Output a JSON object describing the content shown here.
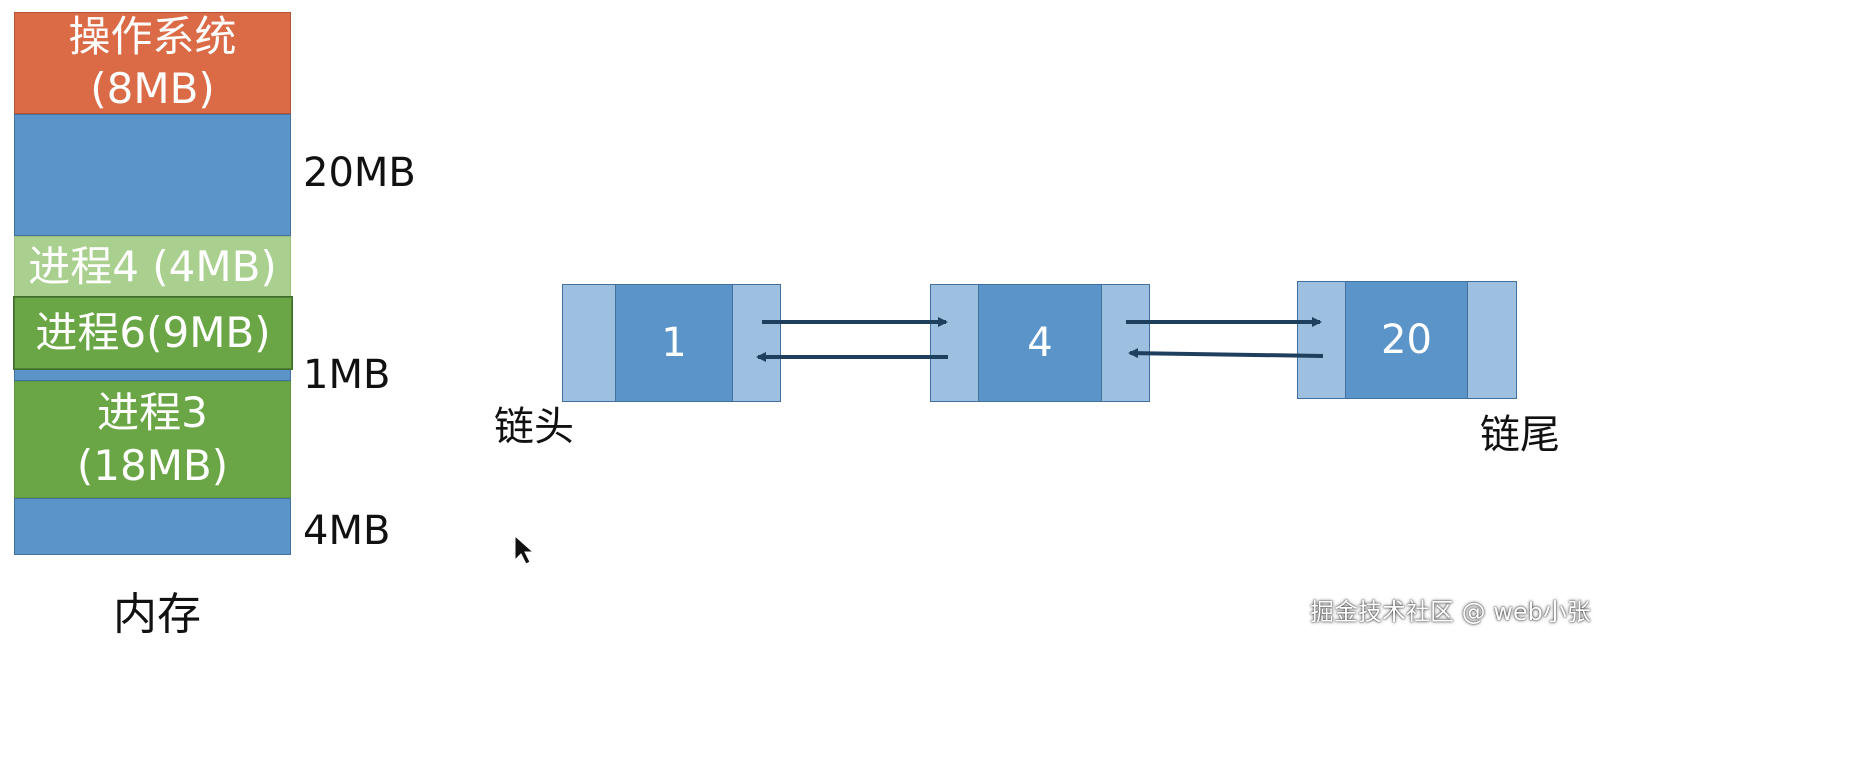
{
  "memory": {
    "blocks": [
      {
        "line1": "操作系统",
        "line2": "(8MB)",
        "kind": "os"
      },
      {
        "line1": "",
        "line2": "",
        "kind": "free"
      },
      {
        "line1": "进程4 (4MB)",
        "line2": "",
        "kind": "process-light"
      },
      {
        "line1": "进程6(9MB)",
        "line2": "",
        "kind": "process-highlight"
      },
      {
        "line1": "进程3 (18MB)",
        "line2": "",
        "kind": "process"
      },
      {
        "line1": "",
        "line2": "",
        "kind": "free"
      }
    ],
    "size_labels": [
      "20MB",
      "1MB",
      "4MB"
    ],
    "caption": "内存"
  },
  "linked_list": {
    "nodes": [
      {
        "value": "1"
      },
      {
        "value": "4"
      },
      {
        "value": "20"
      }
    ],
    "head_label": "链头",
    "tail_label": "链尾"
  },
  "colors": {
    "os": "#db6b47",
    "free": "#5b94c9",
    "process_light": "#a9d08e",
    "process": "#6aa645",
    "pointer_cell": "#9dc0e1",
    "arrow": "#1f3f5e"
  },
  "watermark": "掘金技术社区 @ web小张"
}
